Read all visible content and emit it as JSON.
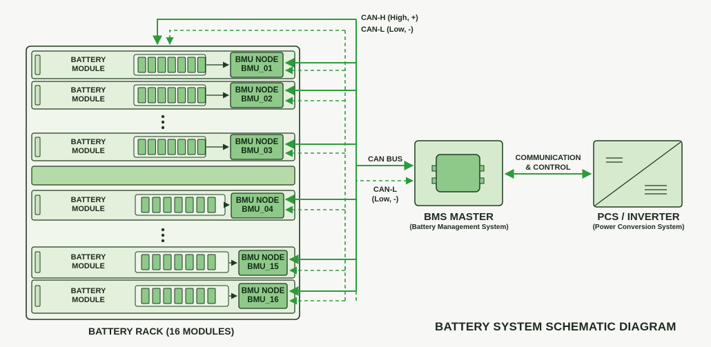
{
  "rack": {
    "label": "BATTERY RACK (16 MODULES)",
    "module_label_line1": "BATTERY",
    "module_label_line2": "MODULE",
    "modules": [
      {
        "node_line1": "BMU NODE",
        "node_line2": "BMU_01"
      },
      {
        "node_line1": "BMU NODE",
        "node_line2": "BMU_02"
      },
      {
        "node_line1": "BMU NODE",
        "node_line2": "BMU_03"
      },
      {
        "node_line1": "BMU NODE",
        "node_line2": "BMU_04"
      },
      {
        "node_line1": "BMU NODE",
        "node_line2": "BMU_15"
      },
      {
        "node_line1": "BMU NODE",
        "node_line2": "BMU_16"
      }
    ]
  },
  "bus": {
    "can_h": "CAN-H (High, +)",
    "can_l": "CAN-L (Low, -)",
    "can_bus": "CAN BUS",
    "can_l_short_line1": "CAN-L",
    "can_l_short_line2": "(Low, -)"
  },
  "bms": {
    "title": "BMS MASTER",
    "subtitle": "(Battery Management System)"
  },
  "link": {
    "line1": "COMMUNICATION",
    "line2": "& CONTROL"
  },
  "pcs": {
    "title": "PCS / INVERTER",
    "subtitle": "(Power Conversion System)"
  },
  "diagram_title": "BATTERY SYSTEM SCHEMATIC DIAGRAM",
  "colors": {
    "rack_border": "#1f3a22",
    "module_fill": "#e3f0db",
    "node_fill": "#8fc98a",
    "line_green": "#2c9b3c",
    "box_fill": "#d6ebcd"
  }
}
